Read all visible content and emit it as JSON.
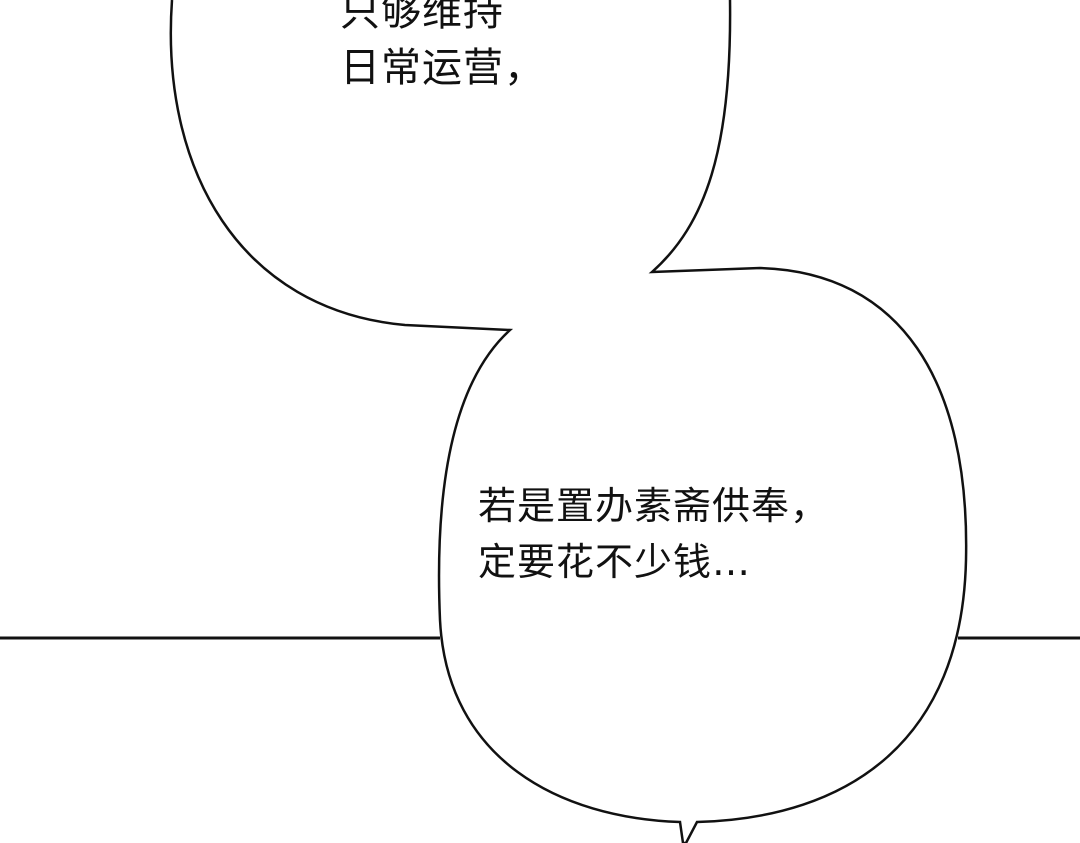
{
  "bubble_top": {
    "lines": [
      "只够维持",
      "日常运营，"
    ]
  },
  "bubble_bottom": {
    "lines": [
      "若是置办素斋供奉，",
      "定要花不少钱…"
    ]
  },
  "colors": {
    "ink": "#111111",
    "background": "#ffffff"
  }
}
